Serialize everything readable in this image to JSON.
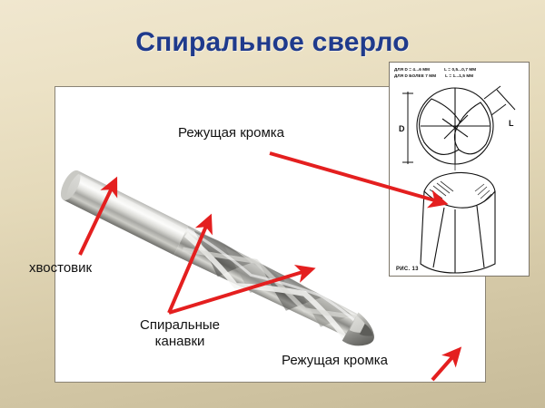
{
  "slide": {
    "title": "Спиральное сверло",
    "title_color": "#1f3a8c",
    "background_top_color": "#f0e7cf",
    "background_bottom_color": "#c7bb99",
    "arrow_color": "#e41f1f"
  },
  "labels": {
    "cutting_edge_top": "Режущая кромка",
    "shank": "хвостовик",
    "flutes_line1": "Спиральные",
    "flutes_line2": "канавки",
    "cutting_edge_bottom": "Режущая кромка"
  },
  "inset": {
    "note_line1_left": "ДЛЯ D = 4...6 ММ",
    "note_line1_right": "L = 0,5...0,7 ММ",
    "note_line2_left": "ДЛЯ D БОЛЕЕ 7 ММ",
    "note_line2_right": "L = 1...1,5 ММ",
    "dim_diameter": "D",
    "dim_length": "L",
    "figure_caption": "РИС. 13"
  }
}
